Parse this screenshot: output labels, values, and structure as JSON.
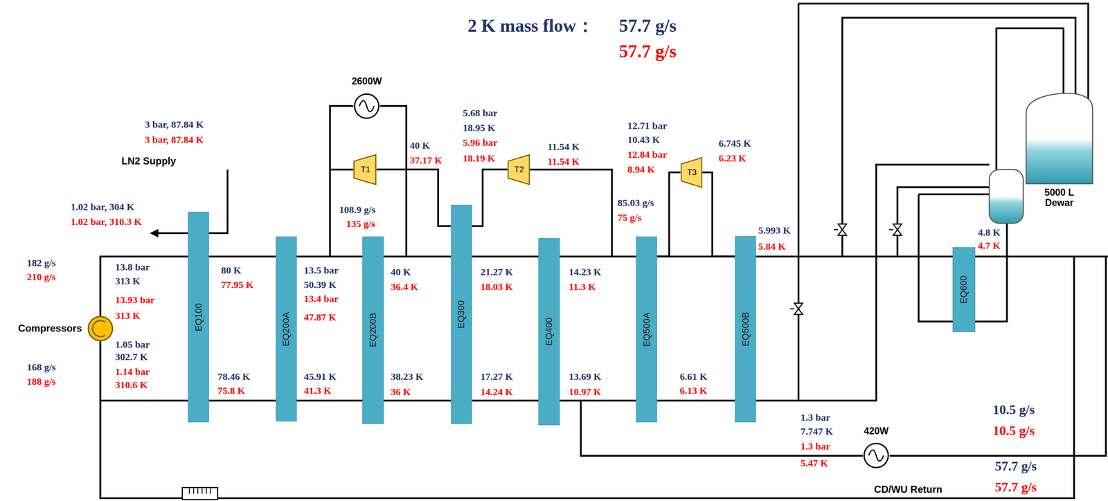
{
  "diagram": {
    "nodes": [
      {
        "text": [
          "Compressors"
        ]
      },
      {
        "text": [
          "EQ100"
        ]
      },
      {
        "text": [
          "EQ200A"
        ]
      },
      {
        "text": [
          "EQ200B"
        ]
      },
      {
        "text": [
          "EQ300"
        ]
      },
      {
        "text": [
          "EQ400"
        ]
      },
      {
        "text": [
          "EQ500A"
        ]
      },
      {
        "text": [
          "EQ500B"
        ]
      },
      {
        "text": [
          "EQ600"
        ]
      },
      {
        "text": [
          "T1"
        ]
      },
      {
        "text": [
          "T2"
        ]
      },
      {
        "text": [
          "T3"
        ]
      },
      {
        "text": [
          "2600W"
        ]
      },
      {
        "text": [
          "420W"
        ]
      },
      {
        "text": [
          "5000 L Dewar"
        ]
      }
    ],
    "edges": [
      {
        "from": 9,
        "to": 4,
        "arrow": "none"
      },
      {
        "from": 4,
        "to": 10,
        "arrow": "none"
      },
      {
        "from": 6,
        "to": 11,
        "arrow": "none"
      },
      {
        "from": 11,
        "to": 7,
        "arrow": "none"
      }
    ],
    "labels": [
      "2 K mass flow：",
      "57.7 g/s",
      "57.7 g/s",
      "3 bar, 87.84 K",
      "3 bar, 87.84 K",
      "LN2 Supply",
      "1.02 bar, 304 K",
      "1.02 bar, 310.3 K",
      "182 g/s",
      "210 g/s",
      "13.8 bar",
      "313 K",
      "13.93 bar",
      "313 K",
      "1.05 bar",
      "302.7 K",
      "1.14 bar",
      "310.6 K",
      "168 g/s",
      "188 g/s",
      "80 K",
      "77.95 K",
      "78.46 K",
      "75.8 K",
      "13.5 bar",
      "50.39 K",
      "13.4 bar",
      "47.87 K",
      "45.91 K",
      "41.3 K",
      "108.9 g/s",
      "135 g/s",
      "40 K",
      "37.17 K",
      "5.68 bar",
      "18.95 K",
      "5.96 bar",
      "18.19 K",
      "11.54 K",
      "11.54 K",
      "40 K",
      "36.4 K",
      "38.23 K",
      "36 K",
      "21.27 K",
      "18.03 K",
      "17.27 K",
      "14.24 K",
      "14.23 K",
      "11.3 K",
      "13.69 K",
      "10.97 K",
      "12.71 bar",
      "10.43 K",
      "12.84 bar",
      "8.94 K",
      "6.745 K",
      "6.23 K",
      "85.03 g/s",
      "75 g/s",
      "5.993 K",
      "5.84 K",
      "6.61 K",
      "6.13 K",
      "4.8 K",
      "4.7 K",
      "1.3 bar",
      "7.747 K",
      "1.3 bar",
      "5.47 K",
      "10.5 g/s",
      "10.5 g/s",
      "57.7 g/s",
      "57.7 g/s",
      "CD/WU Return"
    ]
  }
}
